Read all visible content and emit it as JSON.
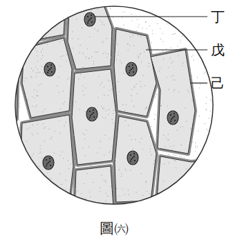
{
  "diagram": {
    "caption": "圖㈥",
    "labels": [
      "丁",
      "戊",
      "己"
    ]
  }
}
